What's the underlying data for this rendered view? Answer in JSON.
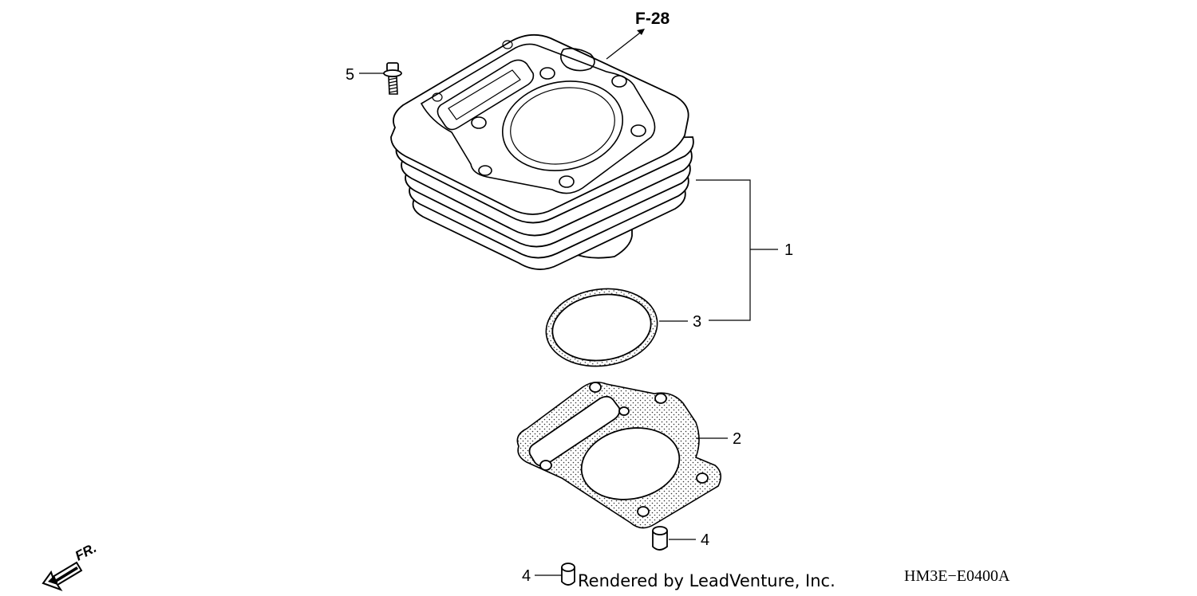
{
  "diagram": {
    "reference_label": "F-28",
    "front_indicator": "FR.",
    "diagram_code": "HM3E−E0400A",
    "credit": "Rendered by LeadVenture, Inc.",
    "callouts": [
      {
        "id": "cylinder",
        "number": "1"
      },
      {
        "id": "cylinder-base-gasket",
        "number": "2"
      },
      {
        "id": "o-ring",
        "number": "3"
      },
      {
        "id": "dowel-pin",
        "number": "4"
      },
      {
        "id": "dowel-pin-spare",
        "number": "4"
      },
      {
        "id": "flange-bolt",
        "number": "5"
      }
    ]
  }
}
